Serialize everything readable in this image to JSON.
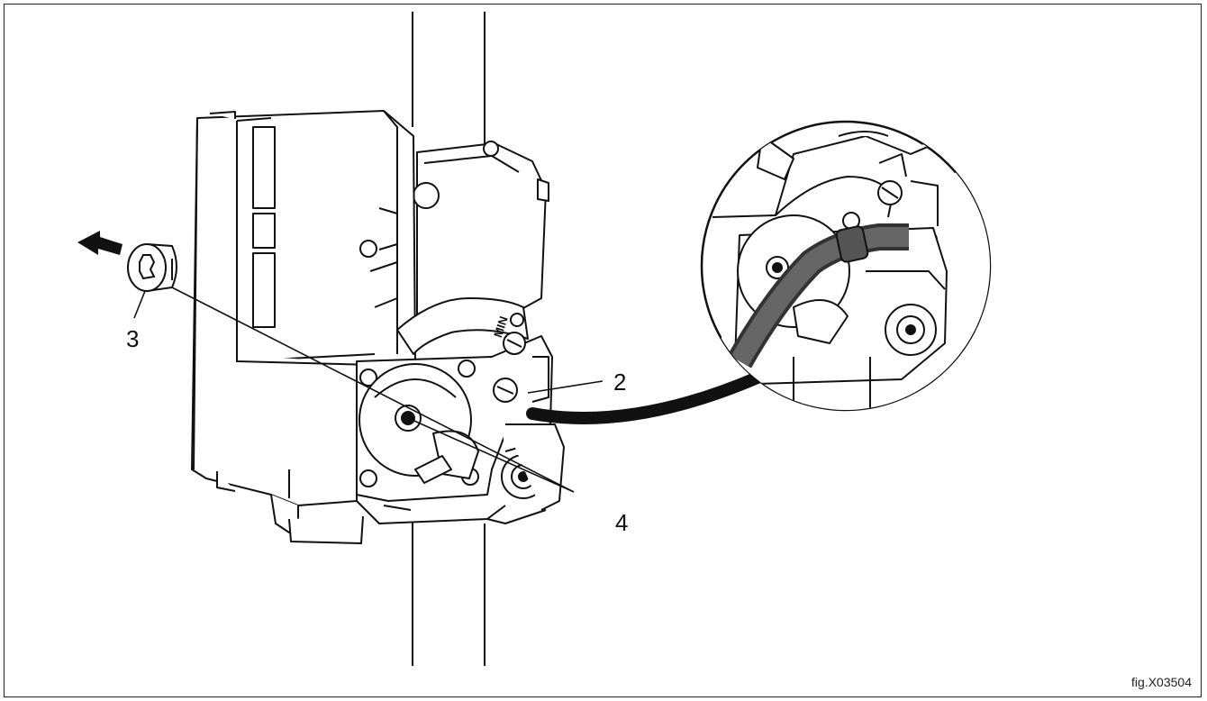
{
  "figure": {
    "id_label": "fig.X03504",
    "callouts": {
      "c2": "2",
      "c3": "3",
      "c4": "4"
    },
    "engraving": "MIN"
  }
}
